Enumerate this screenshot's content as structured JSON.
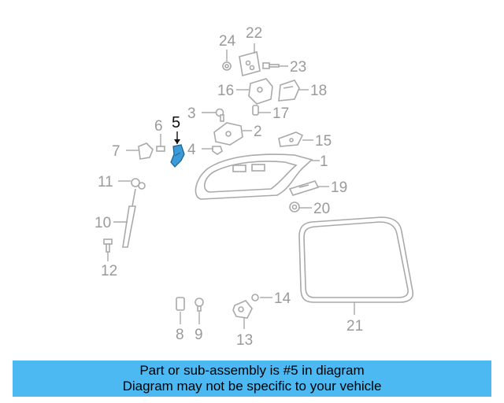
{
  "colors": {
    "highlight": "#3a9bd8",
    "caption_background": "#4cb9f2",
    "part_outline": "#a9a9a9",
    "callout_text": "#9a9a9a"
  },
  "diagram": {
    "highlighted_part": "5",
    "callouts": [
      "1",
      "2",
      "3",
      "4",
      "5",
      "6",
      "7",
      "8",
      "9",
      "10",
      "11",
      "12",
      "13",
      "14",
      "15",
      "16",
      "17",
      "18",
      "19",
      "20",
      "21",
      "22",
      "23",
      "24"
    ]
  },
  "caption": {
    "line1": "Part or sub-assembly is #5 in diagram",
    "line2": "Diagram may not be specific to your vehicle"
  }
}
